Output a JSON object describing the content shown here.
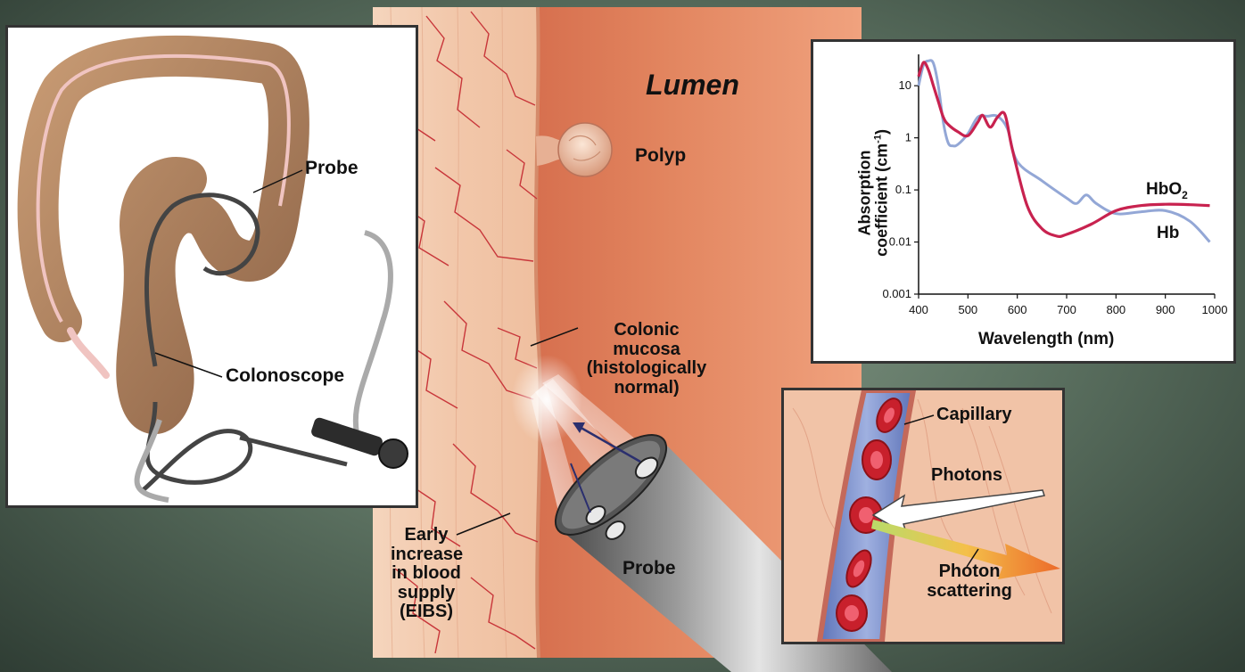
{
  "labels": {
    "lumen": "Lumen",
    "polyp": "Polyp",
    "colonic_mucosa": [
      "Colonic",
      "mucosa",
      "(histologically",
      "normal)"
    ],
    "eibs": [
      "Early",
      "increase",
      "in blood",
      "supply",
      "(EIBS)"
    ],
    "probe_main": "Probe",
    "probe_inset": "Probe",
    "colonoscope": "Colonoscope",
    "capillary": "Capillary",
    "photons": "Photons",
    "photon_scattering": [
      "Photon",
      "scattering"
    ]
  },
  "colors": {
    "hb": "#93a7d6",
    "hbo2": "#c8224f",
    "tissue": "#f2c9ad",
    "lumen": "#d9623f"
  },
  "chart_data": {
    "type": "line",
    "xlabel": "Wavelength (nm)",
    "ylabel_line1": "Absorption",
    "ylabel_line2_prefix": "coefficient (cm",
    "ylabel_line2_sup": "-1",
    "ylabel_line2_suffix": ")",
    "x_ticks": [
      "400",
      "500",
      "600",
      "700",
      "800",
      "900",
      "1000"
    ],
    "y_ticks": [
      "0.001",
      "0.01",
      "0.1",
      "1",
      "10"
    ],
    "xlim": [
      400,
      1000
    ],
    "ylim": [
      0.001,
      40
    ],
    "yscale": "log",
    "series": [
      {
        "name": "Hb",
        "color": "#93a7d6",
        "x": [
          400,
          410,
          420,
          430,
          440,
          450,
          460,
          470,
          480,
          500,
          520,
          540,
          560,
          580,
          600,
          650,
          700,
          720,
          740,
          760,
          800,
          850,
          900,
          950,
          990
        ],
        "y": [
          10,
          25,
          30,
          27,
          10,
          2,
          0.8,
          0.7,
          0.75,
          1.2,
          2.5,
          2.6,
          2.6,
          1.5,
          0.35,
          0.15,
          0.07,
          0.055,
          0.08,
          0.055,
          0.035,
          0.038,
          0.04,
          0.025,
          0.01
        ]
      },
      {
        "name": "HbO",
        "name_sub": "2",
        "color": "#c8224f",
        "x": [
          400,
          410,
          420,
          430,
          440,
          450,
          460,
          480,
          500,
          520,
          530,
          545,
          560,
          575,
          590,
          620,
          650,
          680,
          700,
          750,
          800,
          850,
          900,
          950,
          990
        ],
        "y": [
          15,
          28,
          20,
          10,
          5,
          2.5,
          1.8,
          1.3,
          1.1,
          2.0,
          2.7,
          1.6,
          2.5,
          2.8,
          0.6,
          0.05,
          0.018,
          0.013,
          0.014,
          0.022,
          0.04,
          0.05,
          0.053,
          0.052,
          0.05
        ]
      }
    ]
  }
}
